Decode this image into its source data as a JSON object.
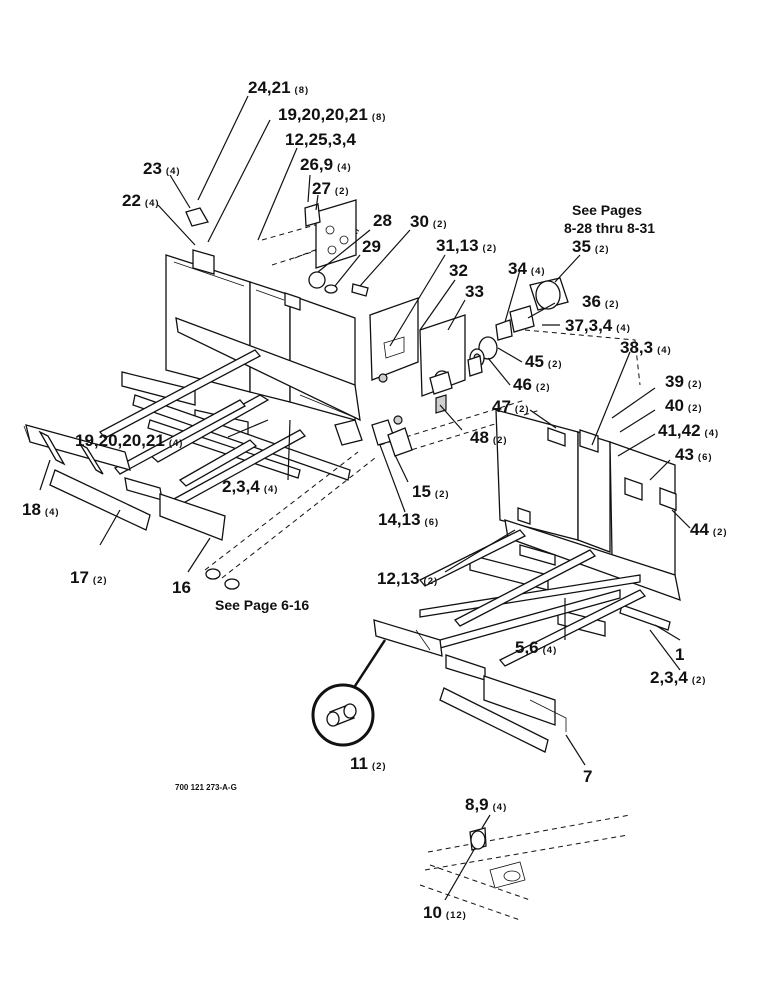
{
  "drawing_number": "700 121 273-A-G",
  "notes": {
    "see_pages_line1": "See Pages",
    "see_pages_line2": "8-28 thru 8-31",
    "see_page_6_16": "See Page 6-16"
  },
  "callouts": [
    {
      "id": "c01",
      "label": "24,21",
      "qty": "(8)"
    },
    {
      "id": "c02",
      "label": "19,20,20,21",
      "qty": "(8)"
    },
    {
      "id": "c03",
      "label": "12,25,3,4",
      "qty": ""
    },
    {
      "id": "c04",
      "label": "26,9",
      "qty": "(4)"
    },
    {
      "id": "c05",
      "label": "23",
      "qty": "(4)"
    },
    {
      "id": "c06",
      "label": "27",
      "qty": "(2)"
    },
    {
      "id": "c07",
      "label": "22",
      "qty": "(4)"
    },
    {
      "id": "c08",
      "label": "28",
      "qty": ""
    },
    {
      "id": "c09",
      "label": "30",
      "qty": "(2)"
    },
    {
      "id": "c10",
      "label": "29",
      "qty": ""
    },
    {
      "id": "c11",
      "label": "31,13",
      "qty": "(2)"
    },
    {
      "id": "c12",
      "label": "35",
      "qty": "(2)"
    },
    {
      "id": "c13",
      "label": "32",
      "qty": ""
    },
    {
      "id": "c14",
      "label": "34",
      "qty": "(4)"
    },
    {
      "id": "c15",
      "label": "33",
      "qty": ""
    },
    {
      "id": "c16",
      "label": "36",
      "qty": "(2)"
    },
    {
      "id": "c17",
      "label": "37,3,4",
      "qty": "(4)"
    },
    {
      "id": "c18",
      "label": "38,3",
      "qty": "(4)"
    },
    {
      "id": "c19",
      "label": "45",
      "qty": "(2)"
    },
    {
      "id": "c20",
      "label": "46",
      "qty": "(2)"
    },
    {
      "id": "c21",
      "label": "39",
      "qty": "(2)"
    },
    {
      "id": "c22",
      "label": "40",
      "qty": "(2)"
    },
    {
      "id": "c23",
      "label": "47",
      "qty": "(2)"
    },
    {
      "id": "c24",
      "label": "41,42",
      "qty": "(4)"
    },
    {
      "id": "c25",
      "label": "48",
      "qty": "(2)"
    },
    {
      "id": "c26",
      "label": "19,20,20,21",
      "qty": "(4)"
    },
    {
      "id": "c27",
      "label": "43",
      "qty": "(6)"
    },
    {
      "id": "c28",
      "label": "15",
      "qty": "(2)"
    },
    {
      "id": "c29",
      "label": "2,3,4",
      "qty": "(4)"
    },
    {
      "id": "c30",
      "label": "14,13",
      "qty": "(6)"
    },
    {
      "id": "c31",
      "label": "18",
      "qty": "(4)"
    },
    {
      "id": "c32",
      "label": "44",
      "qty": "(2)"
    },
    {
      "id": "c33",
      "label": "12,13",
      "qty": "(2)"
    },
    {
      "id": "c34",
      "label": "17",
      "qty": "(2)"
    },
    {
      "id": "c35",
      "label": "16",
      "qty": ""
    },
    {
      "id": "c36",
      "label": "1",
      "qty": ""
    },
    {
      "id": "c37",
      "label": "5,6",
      "qty": "(4)"
    },
    {
      "id": "c38",
      "label": "2,3,4",
      "qty": "(2)"
    },
    {
      "id": "c39",
      "label": "11",
      "qty": "(2)"
    },
    {
      "id": "c40",
      "label": "7",
      "qty": ""
    },
    {
      "id": "c41",
      "label": "8,9",
      "qty": "(4)"
    },
    {
      "id": "c42",
      "label": "10",
      "qty": "(12)"
    }
  ]
}
